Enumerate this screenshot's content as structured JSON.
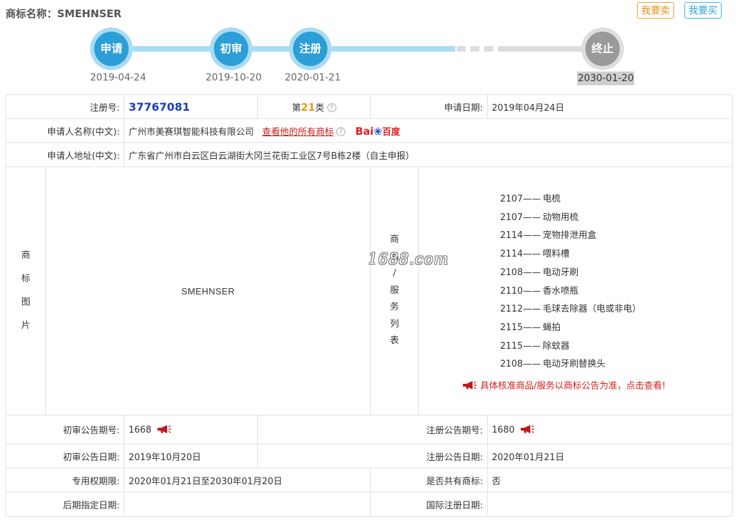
{
  "header": {
    "title_label": "商标名称：",
    "title_value": "SMEHNSER",
    "sell_button": "我要卖",
    "buy_button": "我要买"
  },
  "timeline": [
    {
      "label": "申请",
      "date": "2019-04-24"
    },
    {
      "label": "初审",
      "date": "2019-10-20"
    },
    {
      "label": "注册",
      "date": "2020-01-21"
    },
    {
      "label": "终止",
      "date": "2030-01-20"
    }
  ],
  "info": {
    "reg_no_label": "注册号:",
    "reg_no": "37767081",
    "class_prefix": "第",
    "class_num": "21",
    "class_suffix": "类",
    "apply_date_label": "申请日期:",
    "apply_date": "2019年04月24日",
    "applicant_label": "申请人名称(中文):",
    "applicant": "广州市美赛琪智能科技有限公司",
    "view_all_link": "查看他的所有商标",
    "baidu_text": "Bai",
    "baidu_cn": "百度",
    "address_label": "申请人地址(中文):",
    "address": "广东省广州市白云区白云湖街大冈兰花街工业区7号B栋2楼（自主申报）",
    "image_label": [
      "商",
      "标",
      "图",
      "片"
    ],
    "mark_text": "SMEHNSER",
    "goods_label": [
      "商",
      "品",
      "/",
      "服",
      "务",
      "列",
      "表"
    ],
    "watermark": "1688.com",
    "goods": [
      {
        "code": "2107——",
        "name": "电梳"
      },
      {
        "code": "2107——",
        "name": "动物用梳"
      },
      {
        "code": "2114——",
        "name": "宠物排泄用盒"
      },
      {
        "code": "2114——",
        "name": "喂料槽"
      },
      {
        "code": "2108——",
        "name": "电动牙刷"
      },
      {
        "code": "2110——",
        "name": "香水喷瓶"
      },
      {
        "code": "2112——",
        "name": "毛球去除器（电或非电）"
      },
      {
        "code": "2115——",
        "name": "蝇拍"
      },
      {
        "code": "2115——",
        "name": "除蚊器"
      },
      {
        "code": "2108——",
        "name": "电动牙刷替换头"
      }
    ],
    "goods_notice": "具体核准商品/服务以商标公告为准，点击查看!",
    "prelim_no_label": "初审公告期号:",
    "prelim_no": "1668",
    "reg_pub_no_label": "注册公告期号:",
    "reg_pub_no": "1680",
    "prelim_date_label": "初审公告日期:",
    "prelim_date": "2019年10月20日",
    "reg_pub_date_label": "注册公告日期:",
    "reg_pub_date": "2020年01月21日",
    "exclusive_label": "专用权期限:",
    "exclusive": "2020年01月21日至2030年01月20日",
    "shared_label": "是否共有商标:",
    "shared": "否",
    "later_label": "后期指定日期:",
    "later": "",
    "intl_label": "国际注册日期:",
    "intl": ""
  },
  "colors": {
    "accent_blue": "#2c9ed8",
    "track_blue": "#a8dcf4",
    "end_gray": "#9a9a9a",
    "class_orange": "#e89a1a",
    "link_red": "#c0201a"
  }
}
